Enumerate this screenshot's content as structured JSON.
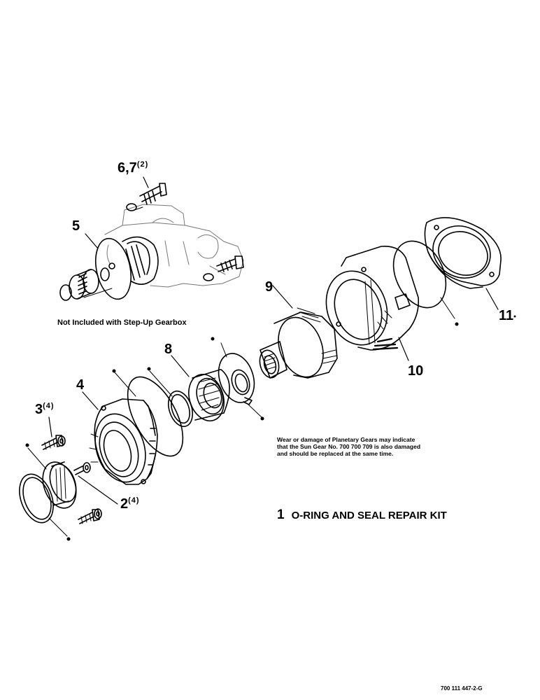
{
  "callouts": {
    "c67": {
      "number": "6,7",
      "qty": "(2)"
    },
    "c5": {
      "number": "5"
    },
    "c9": {
      "number": "9"
    },
    "c11": {
      "number": "11"
    },
    "c10": {
      "number": "10"
    },
    "c8": {
      "number": "8"
    },
    "c4": {
      "number": "4"
    },
    "c3": {
      "number": "3",
      "qty": "(4)"
    },
    "c2": {
      "number": "2",
      "qty": "(4)"
    }
  },
  "inset_caption": "Not Included with Step-Up Gearbox",
  "note": {
    "line1": "Wear or damage of Planetary Gears may indicate",
    "line2": "that the Sun Gear No. 700 700 709 is also damaged",
    "line3": "and should be replaced at the same time."
  },
  "kit": {
    "number": "1",
    "label": "O-RING AND SEAL REPAIR KIT"
  },
  "document_number": "700 111 447-2-G"
}
